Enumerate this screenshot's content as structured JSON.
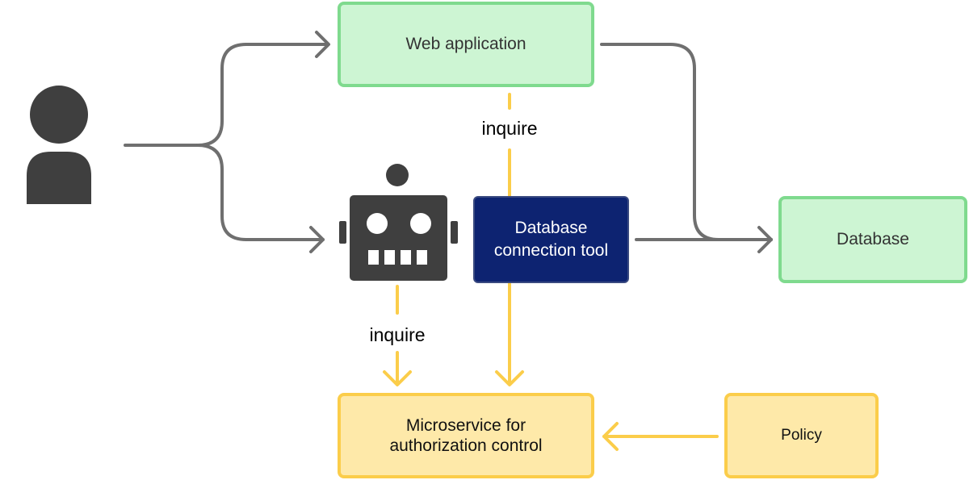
{
  "colors": {
    "arrow_gray": "#6f6f6f",
    "arrow_yellow": "#fbcd4a",
    "green_fill": "#cdf5d3",
    "green_border": "#7fda8e",
    "yellow_fill": "#fee9a9",
    "yellow_border": "#fbcd4a",
    "navy": "#0d2371",
    "icon_dark": "#3f3f3f"
  },
  "icons": {
    "user": "person-icon",
    "robot": "robot-icon"
  },
  "nodes": {
    "web_app": "Web application",
    "db_tool_line1": "Database",
    "db_tool_line2": "connection tool",
    "database": "Database",
    "microservice_line1": "Microservice for",
    "microservice_line2": "authorization control",
    "policy": "Policy"
  },
  "edges": {
    "inquire_top": "inquire",
    "inquire_bottom": "inquire"
  }
}
